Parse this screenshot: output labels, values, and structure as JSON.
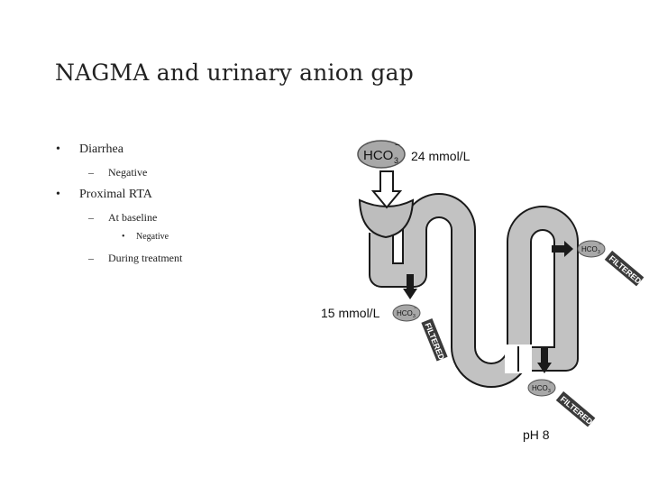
{
  "slide": {
    "title": "NAGMA and urinary anion gap",
    "bullets": [
      {
        "text": "Diarrhea",
        "children": [
          {
            "text": "Negative"
          }
        ]
      },
      {
        "text": "Proximal RTA",
        "children": [
          {
            "text": "At baseline",
            "children": [
              {
                "text": "Negative"
              }
            ]
          },
          {
            "text": "During treatment"
          }
        ]
      }
    ],
    "bullet_marks": {
      "l1": "•",
      "l2": "–",
      "l3": "•"
    }
  },
  "diagram": {
    "hco3_top": {
      "label": "HCO",
      "sub": "3",
      "sup": "−",
      "value": "24 mmol/L"
    },
    "hco3_mid": {
      "label": "HCO",
      "sub": "3",
      "sup": "−",
      "value": "15 mmol/L",
      "tag": "FILTERED!"
    },
    "hco3_right": {
      "label": "HCO",
      "sub": "3",
      "sup": "−",
      "tag": "FILTERED!"
    },
    "hco3_bottom": {
      "label": "HCO",
      "sub": "3",
      "sup": "−",
      "tag": "FILTERED!",
      "value": "pH 8"
    }
  }
}
